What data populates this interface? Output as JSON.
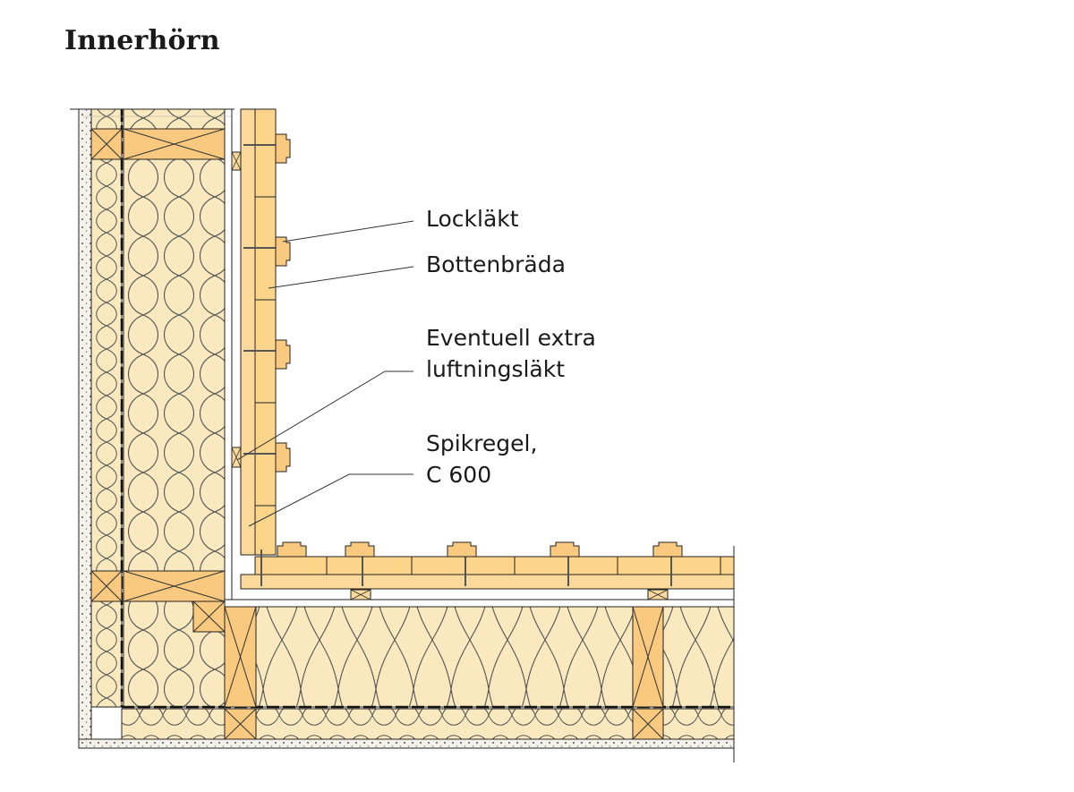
{
  "title": "Innerhörn",
  "labels": {
    "locklakt": "Lockläkt",
    "bottenbrada": "Bottenbräda",
    "eventuell_line1": "Eventuell extra",
    "eventuell_line2": "luftningsläkt",
    "spikregel_line1": "Spikregel,",
    "spikregel_line2": "C 600"
  },
  "colors": {
    "insulation": "#fae9bf",
    "wood_light": "#fbd99a",
    "wood_stud": "#f8c97e",
    "board_face": "#fdd58a",
    "line": "#1a1a1a",
    "leader": "#333333"
  }
}
